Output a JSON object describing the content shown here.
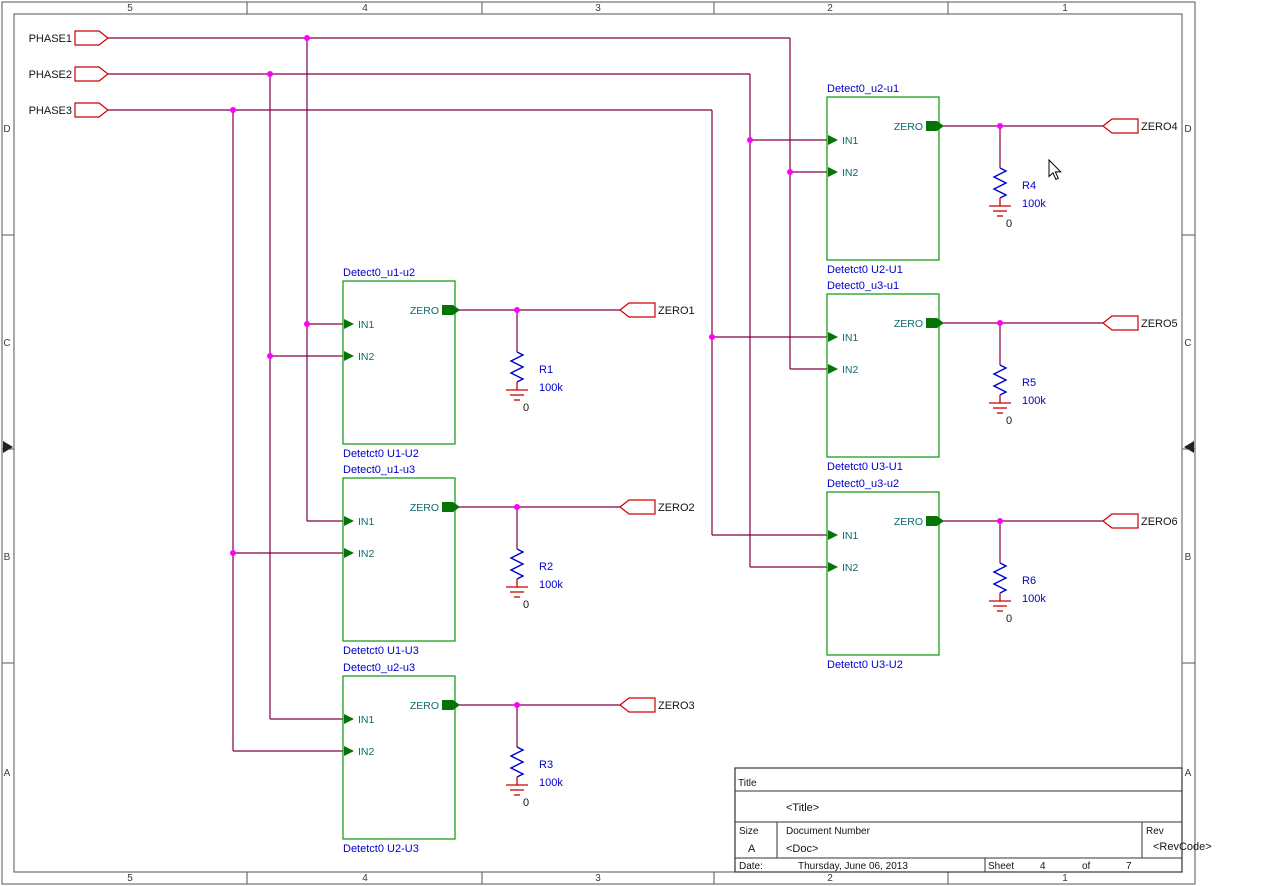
{
  "frame": {
    "col_labels": [
      "5",
      "4",
      "3",
      "2",
      "1"
    ],
    "row_labels": [
      "D",
      "C",
      "B",
      "A"
    ]
  },
  "ports": {
    "inputs": [
      {
        "label": "PHASE1"
      },
      {
        "label": "PHASE2"
      },
      {
        "label": "PHASE3"
      }
    ],
    "outputs": [
      {
        "label": "ZERO1"
      },
      {
        "label": "ZERO2"
      },
      {
        "label": "ZERO3"
      },
      {
        "label": "ZERO4"
      },
      {
        "label": "ZERO5"
      },
      {
        "label": "ZERO6"
      }
    ]
  },
  "blocks": [
    {
      "top_label": "Detect0_u1-u2",
      "bottom_label": "Detetct0 U1-U2",
      "out_pin": "ZERO",
      "in1_pin": "IN1",
      "in2_pin": "IN2"
    },
    {
      "top_label": "Detect0_u1-u3",
      "bottom_label": "Detetct0 U1-U3",
      "out_pin": "ZERO",
      "in1_pin": "IN1",
      "in2_pin": "IN2"
    },
    {
      "top_label": "Detect0_u2-u3",
      "bottom_label": "Detetct0 U2-U3",
      "out_pin": "ZERO",
      "in1_pin": "IN1",
      "in2_pin": "IN2"
    },
    {
      "top_label": "Detect0_u2-u1",
      "bottom_label": "Detetct0 U2-U1",
      "out_pin": "ZERO",
      "in1_pin": "IN1",
      "in2_pin": "IN2"
    },
    {
      "top_label": "Detect0_u3-u1",
      "bottom_label": "Detetct0 U3-U1",
      "out_pin": "ZERO",
      "in1_pin": "IN1",
      "in2_pin": "IN2"
    },
    {
      "top_label": "Detect0_u3-u2",
      "bottom_label": "Detetct0 U3-U2",
      "out_pin": "ZERO",
      "in1_pin": "IN1",
      "in2_pin": "IN2"
    }
  ],
  "resistors": [
    {
      "ref": "R1",
      "value": "100k",
      "gnd": "0"
    },
    {
      "ref": "R2",
      "value": "100k",
      "gnd": "0"
    },
    {
      "ref": "R3",
      "value": "100k",
      "gnd": "0"
    },
    {
      "ref": "R4",
      "value": "100k",
      "gnd": "0"
    },
    {
      "ref": "R5",
      "value": "100k",
      "gnd": "0"
    },
    {
      "ref": "R6",
      "value": "100k",
      "gnd": "0"
    }
  ],
  "title_block": {
    "title_label": "Title",
    "title_value": "<Title>",
    "size_label": "Size",
    "size_value": "A",
    "doc_label": "Document Number",
    "doc_value": "<Doc>",
    "rev_label": "Rev",
    "rev_value": "<RevCode>",
    "date_label": "Date:",
    "date_value": "Thursday, June 06, 2013",
    "sheet_label": "Sheet",
    "sheet_number": "4",
    "of_label": "of",
    "sheet_total": "7"
  }
}
